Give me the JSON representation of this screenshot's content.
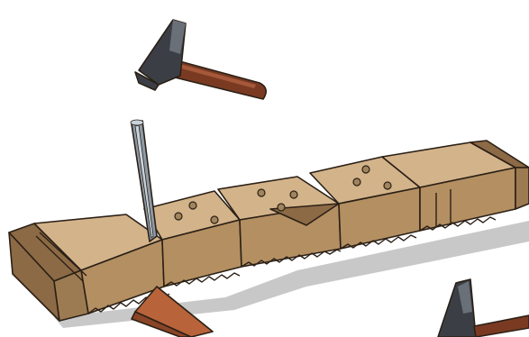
{
  "scene": {
    "objects": [
      {
        "icon": "hammer-icon",
        "count": 2
      },
      {
        "icon": "chisel-icon",
        "count": 1
      },
      {
        "icon": "wall-block-icon",
        "count": 5
      },
      {
        "icon": "angle-iron-icon",
        "count": 1
      }
    ],
    "colors": {
      "block_top": "#d3b38a",
      "block_face": "#b38f62",
      "block_dark": "#8c6a45",
      "block_shadow": "#9d7b52",
      "ground_shadow": "#c8c8c8",
      "outline": "#2b2016",
      "hammer_head": "#3b3f45",
      "hammer_head_light": "#6a7078",
      "handle": "#7a3a22",
      "handle_light": "#a5593a",
      "chisel": "#8d9aa6",
      "chisel_light": "#c9d3dc",
      "angle_iron": "#b8633a",
      "angle_iron_dark": "#8a4527",
      "pin": "#a0845c"
    }
  }
}
